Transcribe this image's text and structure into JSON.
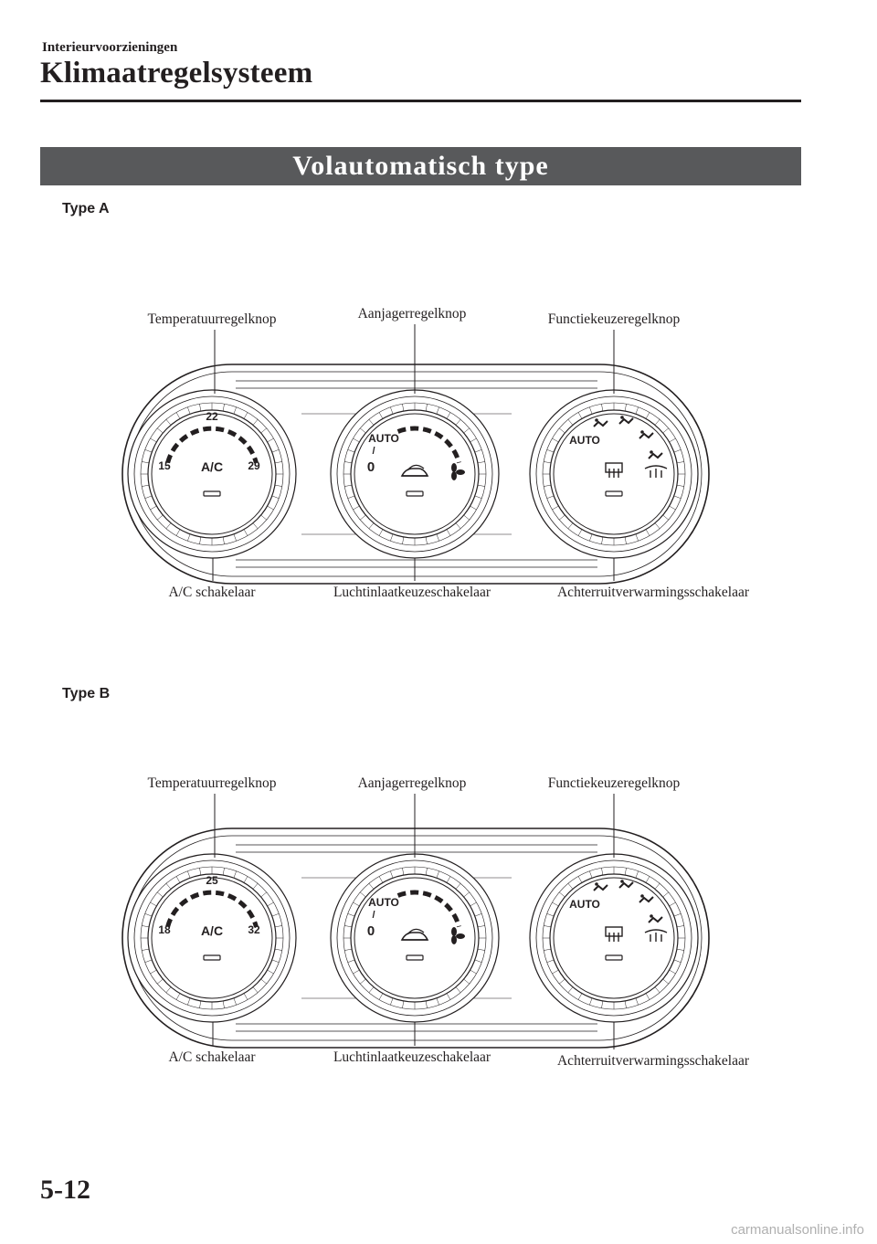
{
  "header": {
    "section": "Interieurvoorzieningen",
    "title": "Klimaatregelsysteem"
  },
  "banner": "Volautomatisch type",
  "panels": [
    {
      "type_label": "Type A",
      "labels": {
        "temp_knob": "Temperatuurregelknop",
        "fan_knob": "Aanjagerregelknop",
        "mode_knob": "Functiekeuzeregelknop",
        "ac_switch": "A/C schakelaar",
        "intake_switch": "Luchtinlaatkeuzeschakelaar",
        "defrost_switch": "Achterruitverwarmingsschakelaar"
      },
      "dial": {
        "temp_min": "15",
        "temp_mid": "22",
        "temp_max": "29",
        "ac": "A/C",
        "auto_fan": "AUTO",
        "fan_slash": "/",
        "fan_zero": "0",
        "auto_mode": "AUTO"
      }
    },
    {
      "type_label": "Type B",
      "labels": {
        "temp_knob": "Temperatuurregelknop",
        "fan_knob": "Aanjagerregelknop",
        "mode_knob": "Functiekeuzeregelknop",
        "ac_switch": "A/C schakelaar",
        "intake_switch": "Luchtinlaatkeuzeschakelaar",
        "defrost_switch": "Achterruitverwarmingsschakelaar"
      },
      "dial": {
        "temp_min": "18",
        "temp_mid": "25",
        "temp_max": "32",
        "ac": "A/C",
        "auto_fan": "AUTO",
        "fan_slash": "/",
        "fan_zero": "0",
        "auto_mode": "AUTO"
      }
    }
  ],
  "page_number": "5-12",
  "watermark": "carmanualsonline.info"
}
